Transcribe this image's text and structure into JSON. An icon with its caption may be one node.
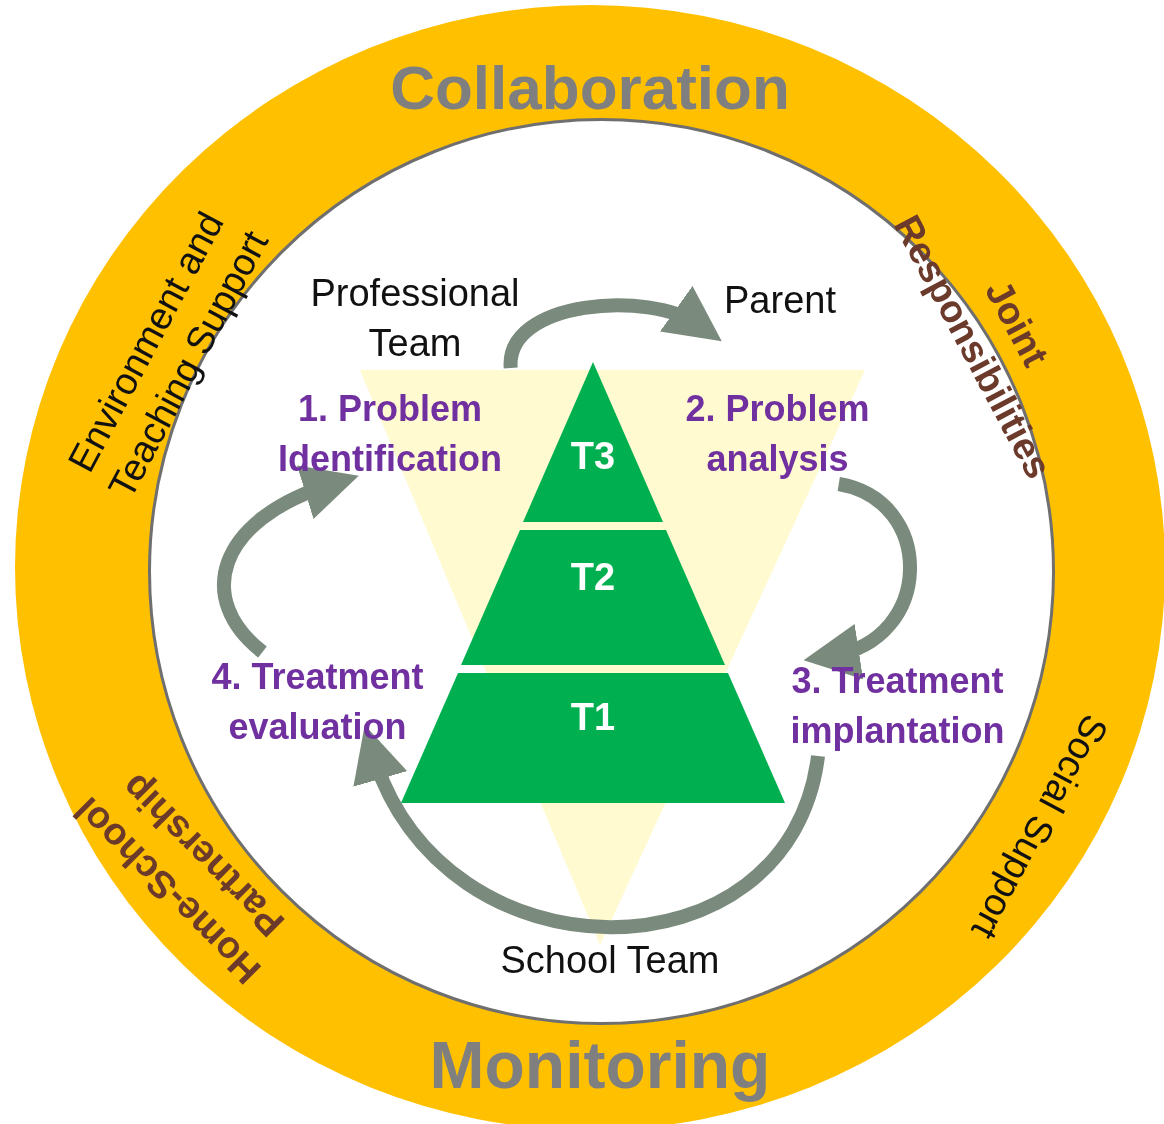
{
  "diagram": {
    "nodes": [
      {
        "text": [
          "Collaboration",
          "Environment and Teaching Support",
          "Joint Responsibilities",
          "Social Support",
          "Monitoring",
          "Home-School Partnership"
        ]
      },
      {
        "text": [
          "Professional Team"
        ],
        "in": 0
      },
      {
        "text": [
          "Parent"
        ],
        "in": 0
      },
      {
        "text": [
          "1. Problem Identification"
        ],
        "in": 0
      },
      {
        "text": [
          "2. Problem analysis"
        ],
        "in": 0
      },
      {
        "text": [
          "3. Treatment implantation"
        ],
        "in": 0
      },
      {
        "text": [
          "4. Treatment evaluation"
        ],
        "in": 0
      },
      {
        "text": [
          "T3"
        ],
        "in": 0
      },
      {
        "text": [
          "T2"
        ],
        "in": 0
      },
      {
        "text": [
          "T1"
        ],
        "in": 0
      }
    ],
    "edges": [
      {
        "from": 1,
        "to": 2,
        "arrow": "to"
      },
      {
        "from": 4,
        "to": 5,
        "arrow": "to"
      },
      {
        "from": 5,
        "to": 6,
        "arrow": "to"
      },
      {
        "from": 6,
        "to": 3,
        "arrow": "to"
      }
    ],
    "labels": [
      "School Team"
    ]
  }
}
